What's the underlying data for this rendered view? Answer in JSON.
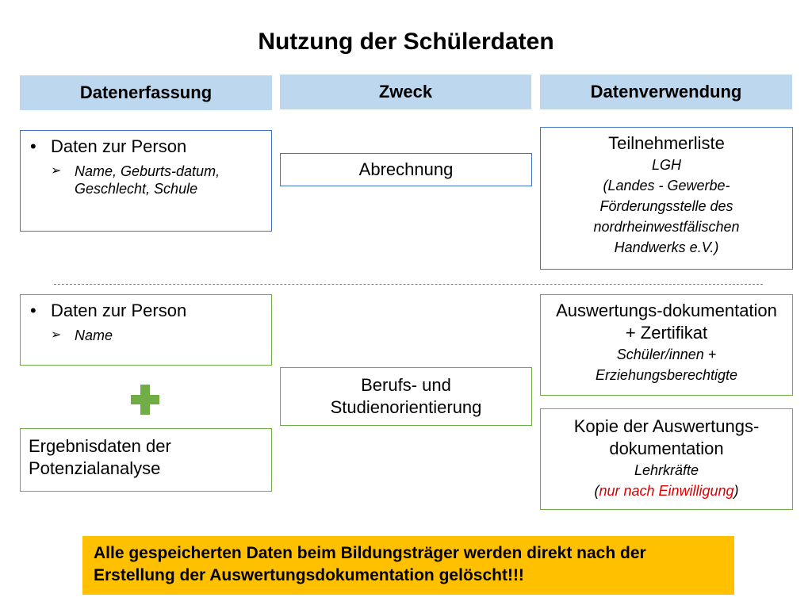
{
  "title": "Nutzung der Schülerdaten",
  "headers": {
    "datenerfassung": "Datenerfassung",
    "zweck": "Zweck",
    "datenverwendung": "Datenverwendung"
  },
  "top": {
    "person": {
      "bullet": "•",
      "label": "Daten zur Person",
      "sub": "Name, Geburts-datum, Geschlecht, Schule"
    },
    "purpose": "Abrechnung",
    "usage": {
      "title": "Teilnehmerliste",
      "line1": "LGH",
      "line2": "(Landes - Gewerbe-Förderungsstelle des nordrheinwestfälischen Handwerks e.V.)"
    }
  },
  "bottom": {
    "person": {
      "bullet": "•",
      "label": "Daten zur Person",
      "sub": "Name"
    },
    "results": "Ergebnisdaten der Potenzialanalyse",
    "purpose": "Berufs- und Studienorientierung",
    "usage1": {
      "title": "Auswertungs-dokumentation + Zertifikat",
      "sub": "Schüler/innen + Erziehungsberechtigte"
    },
    "usage2": {
      "title": "Kopie der Auswertungs-dokumentation",
      "sub": "Lehrkräfte",
      "paren_open": "(",
      "consent": "nur nach Einwilligung",
      "paren_close": ")"
    }
  },
  "notice": "Alle gespeicherten Daten beim Bildungsträger werden direkt nach der Erstellung der Auswertungsdokumentation gelöscht!!!",
  "icons": {
    "sub_bullet": "arrow-bullet-icon",
    "plus": "plus-icon"
  },
  "colors": {
    "header_bg": "#bdd7ee",
    "blue_border": "#4472c4",
    "green_border": "#70ad47",
    "notice_bg": "#ffc000",
    "consent_text": "#e00000"
  }
}
